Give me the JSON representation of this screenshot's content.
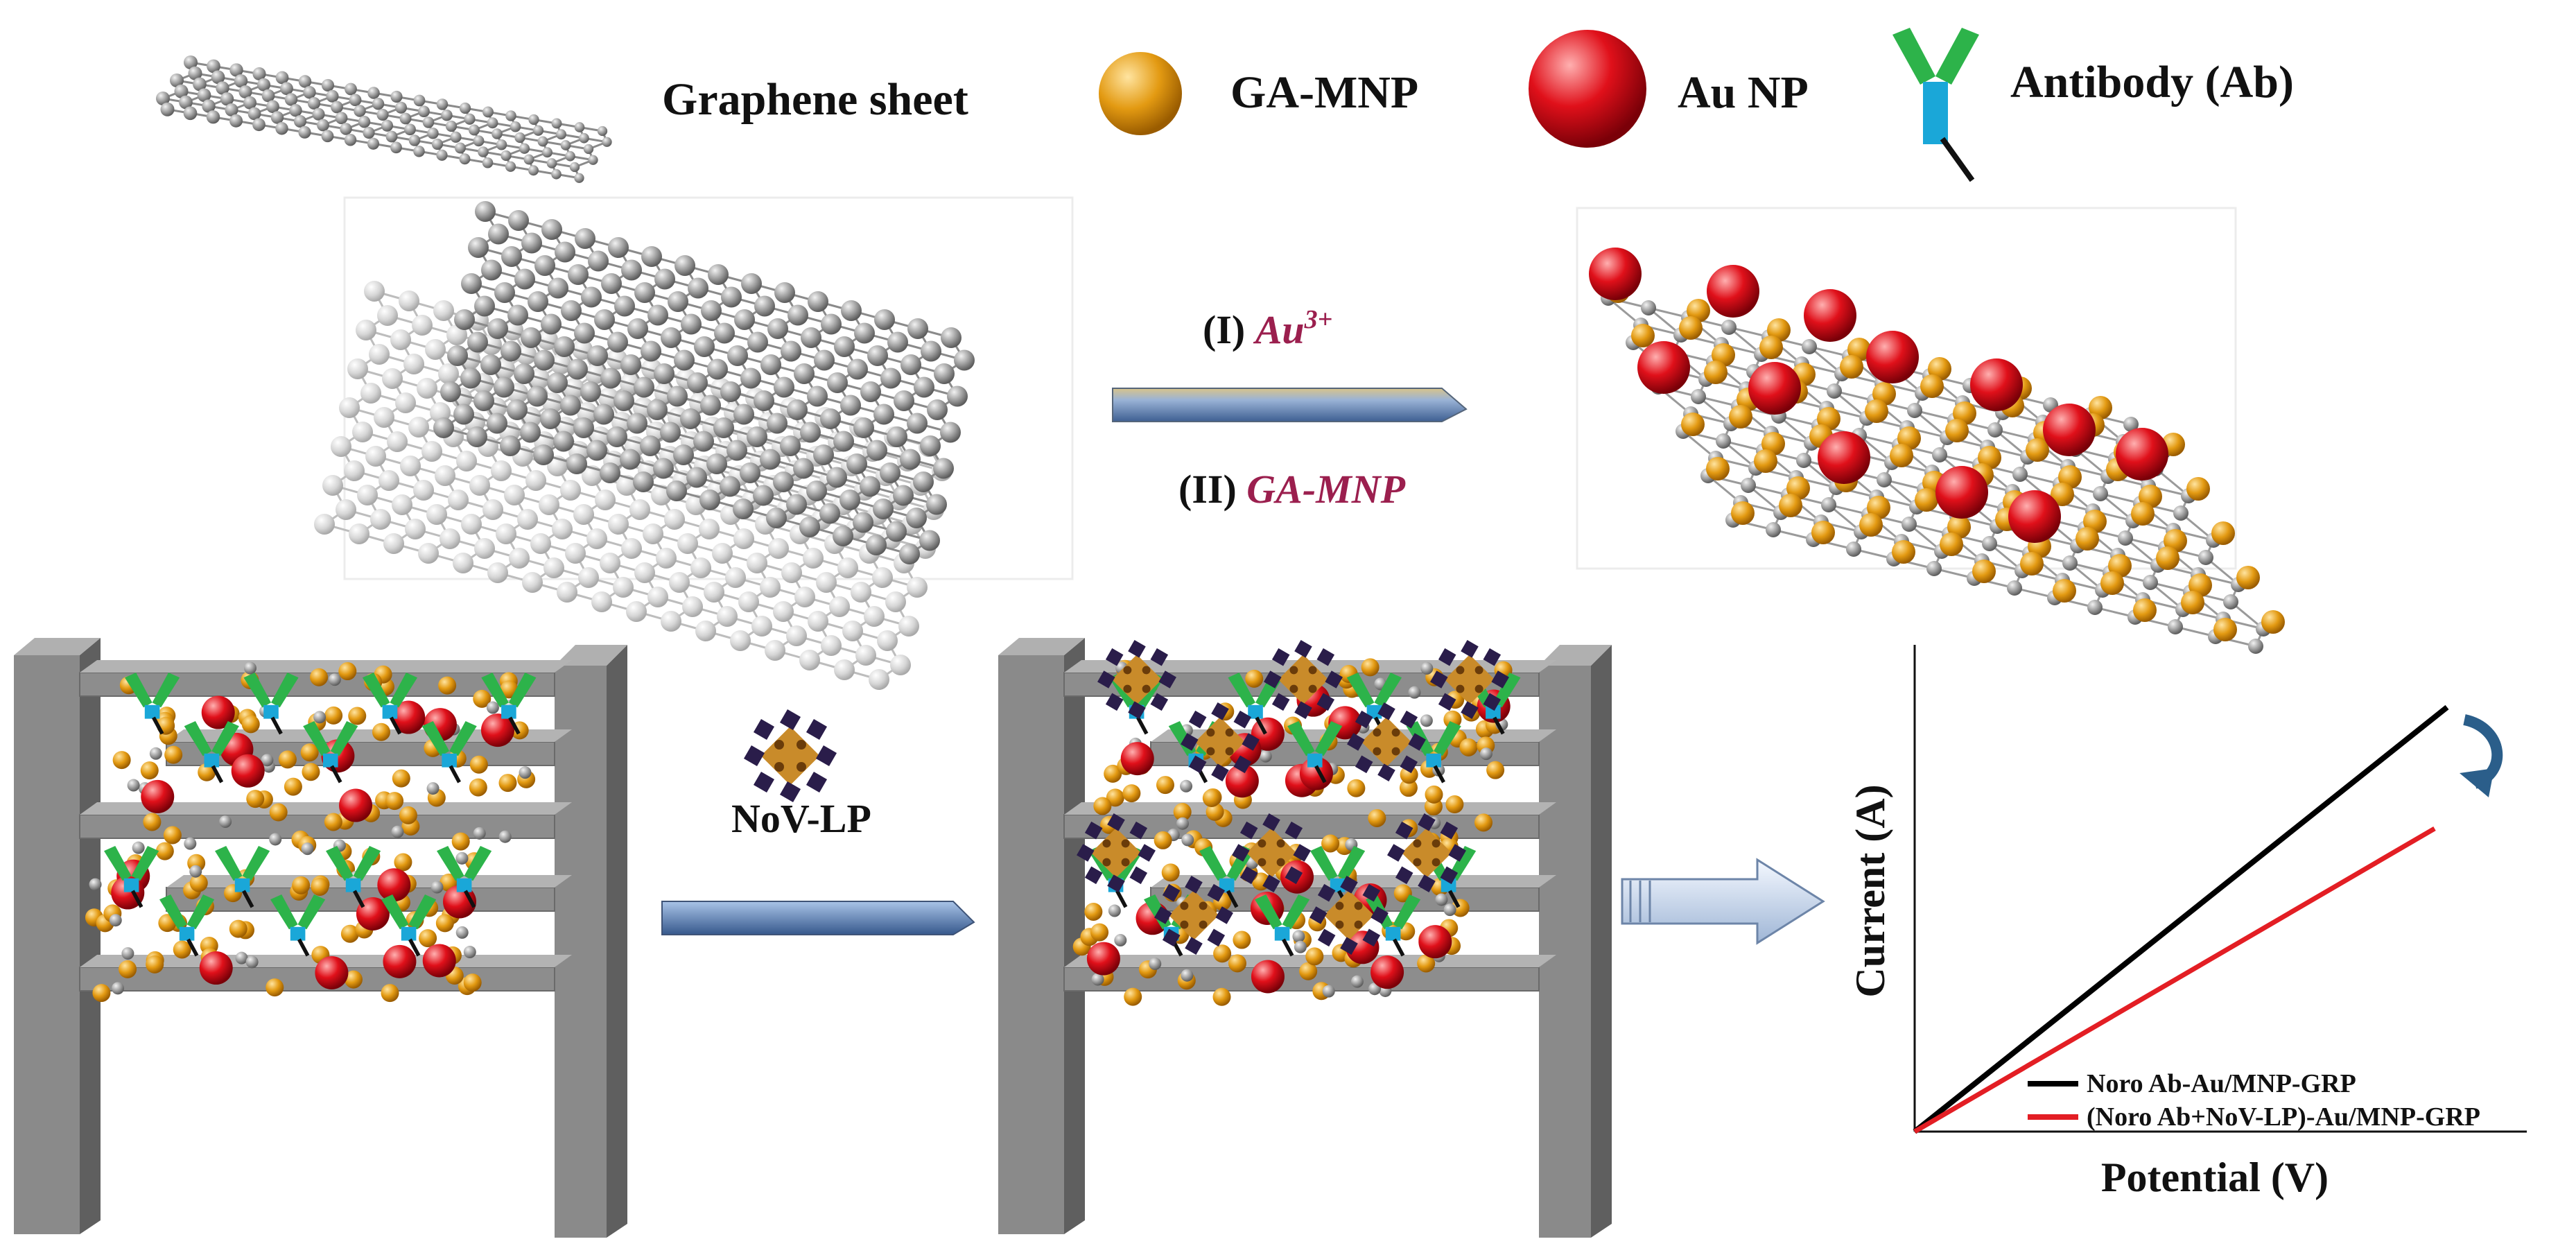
{
  "legend": {
    "graphene_label": "Graphene sheet",
    "gamnp_label": "GA-MNP",
    "aunp_label": "Au NP",
    "antibody_label": "Antibody (Ab)"
  },
  "step1": {
    "reagent1_prefix": "(I) ",
    "reagent1_ion": "Au",
    "reagent1_charge": "3+",
    "reagent2_prefix": "(II) ",
    "reagent2_name": "GA-MNP"
  },
  "step2": {
    "reagent_label": "NoV-LP"
  },
  "plot": {
    "xlabel": "Potential (V)",
    "ylabel": "Current (A)",
    "series": [
      {
        "name": "Noro Ab-Au/MNP-GRP",
        "color": "#000000"
      },
      {
        "name": "(Noro Ab+NoV-LP)-Au/MNP-GRP",
        "color": "#e31e24"
      }
    ]
  },
  "colors": {
    "graphene": "#9a9a9a",
    "gamnp": "#e39a12",
    "aunp": "#e0101a",
    "antibody_arm": "#2db34a",
    "antibody_core": "#1aa7d8",
    "electrode": "#8a8a8a",
    "noro_lp": "#c98b2a"
  }
}
